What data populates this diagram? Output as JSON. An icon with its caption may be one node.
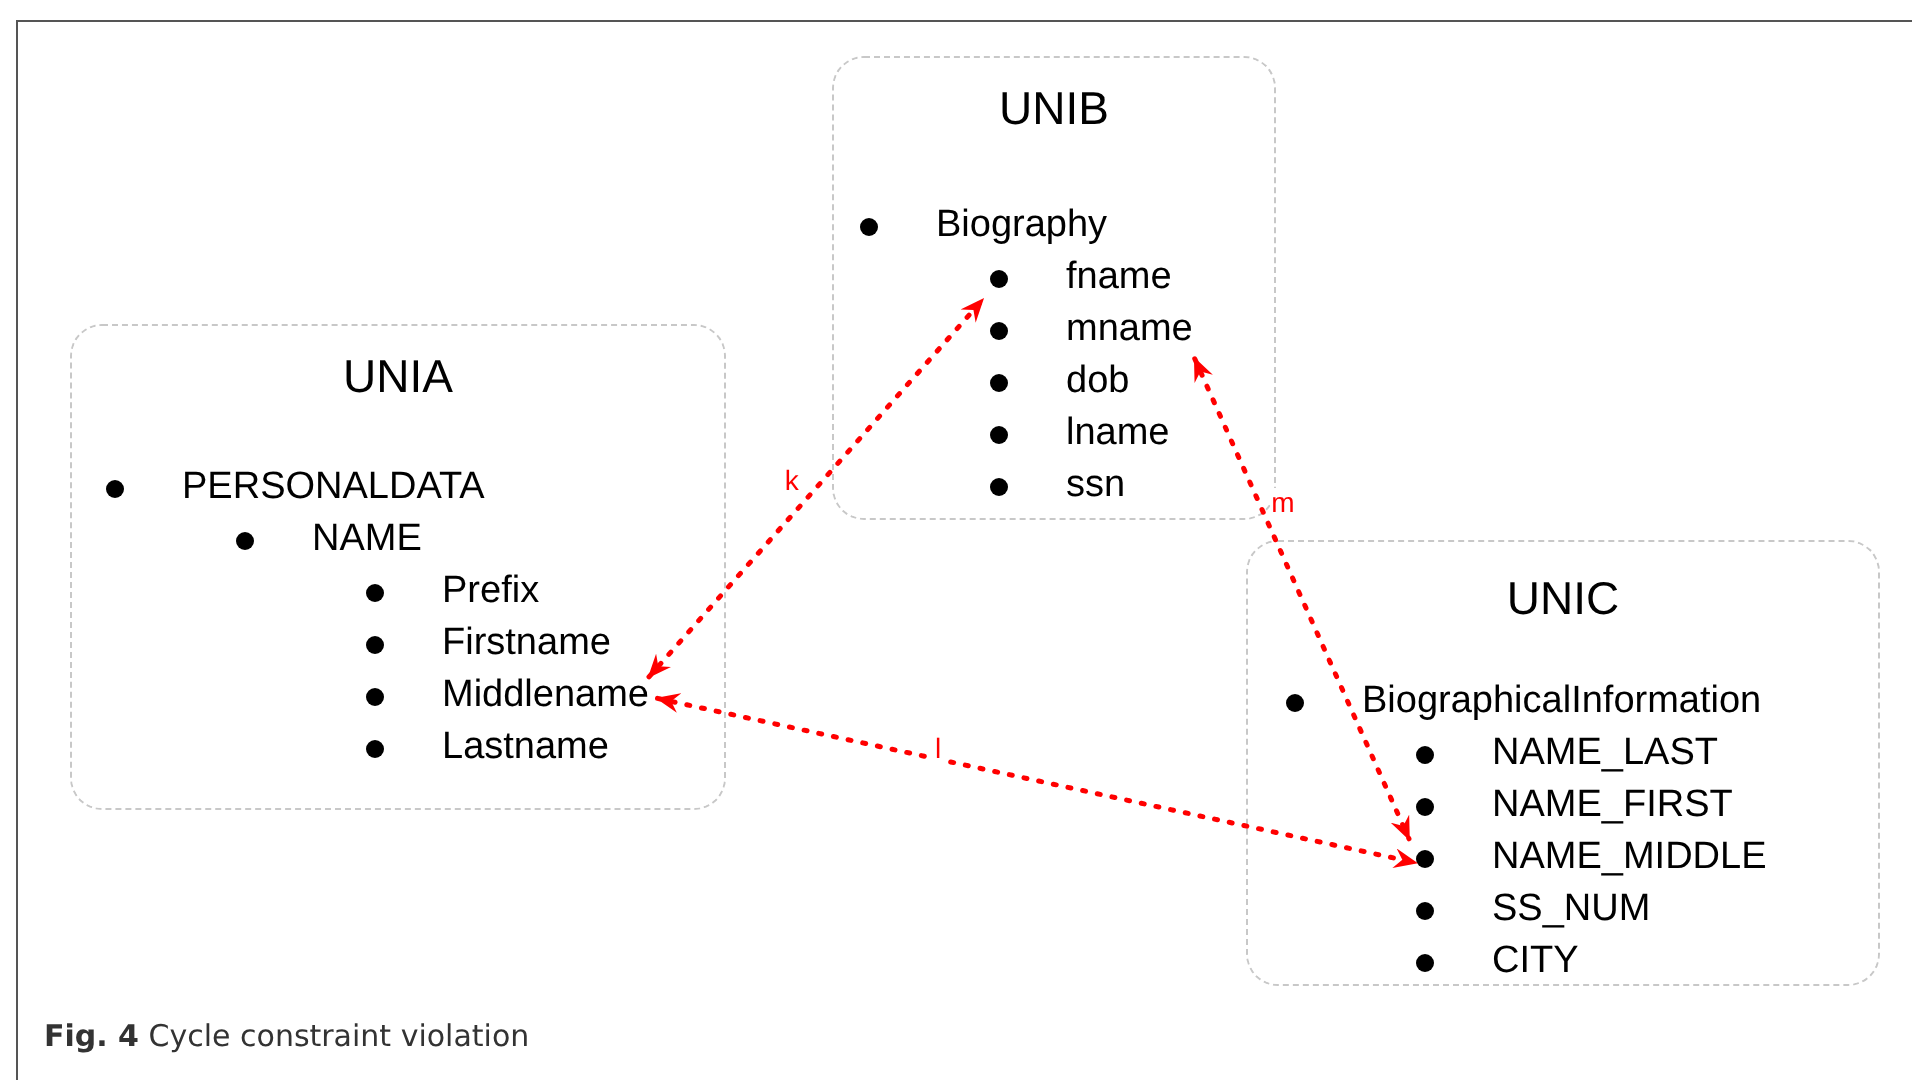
{
  "diagram": {
    "caption": "**Fig. 4** Cycle constraint violation",
    "nodes": [
      {
        "text": [
          "UNIA"
        ]
      },
      {
        "text": [
          "PERSONALDATA"
        ],
        "in": 0
      },
      {
        "text": [
          "NAME"
        ],
        "in": 0
      },
      {
        "text": [
          "Prefix"
        ],
        "in": 0
      },
      {
        "text": [
          "Firstname"
        ],
        "in": 0
      },
      {
        "text": [
          "Middlename"
        ],
        "in": 0
      },
      {
        "text": [
          "Lastname"
        ],
        "in": 0
      },
      {
        "text": [
          "UNIB"
        ]
      },
      {
        "text": [
          "Biography"
        ],
        "in": 7
      },
      {
        "text": [
          "fname"
        ],
        "in": 7
      },
      {
        "text": [
          "mname"
        ],
        "in": 7
      },
      {
        "text": [
          "dob"
        ],
        "in": 7
      },
      {
        "text": [
          "lname"
        ],
        "in": 7
      },
      {
        "text": [
          "ssn"
        ],
        "in": 7
      },
      {
        "text": [
          "UNIC"
        ]
      },
      {
        "text": [
          "BiographicalInformation"
        ],
        "in": 14
      },
      {
        "text": [
          "NAME_LAST"
        ],
        "in": 14
      },
      {
        "text": [
          "NAME_FIRST"
        ],
        "in": 14
      },
      {
        "text": [
          "NAME_MIDDLE"
        ],
        "in": 14
      },
      {
        "text": [
          "SS_NUM"
        ],
        "in": 14
      },
      {
        "text": [
          "CITY"
        ],
        "in": 14
      }
    ],
    "edges": [
      {
        "from": 5,
        "to": 9,
        "arrow": "both",
        "label": "k"
      },
      {
        "from": 5,
        "to": 18,
        "arrow": "both",
        "label": "l"
      },
      {
        "from": 10,
        "to": 18,
        "arrow": "both",
        "label": "m"
      }
    ]
  }
}
